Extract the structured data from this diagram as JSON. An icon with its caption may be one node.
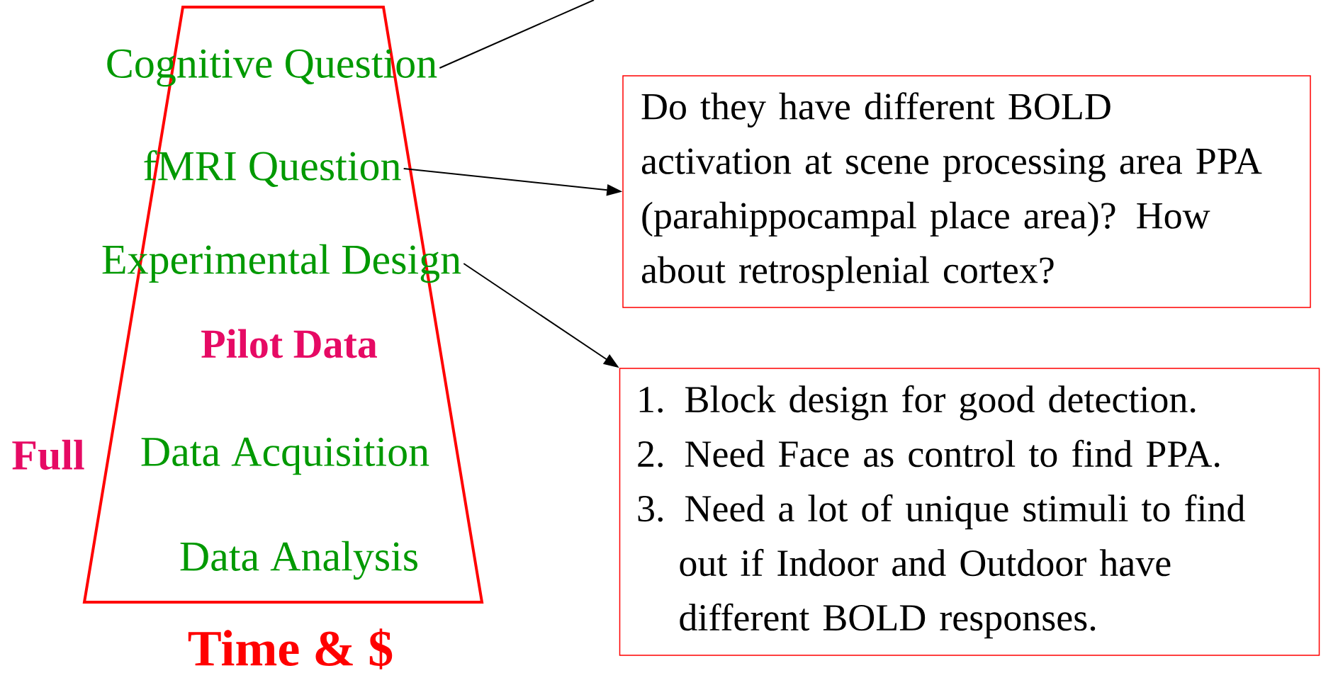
{
  "diagram": {
    "nodes": [
      {
        "text": [],
        "shape": "trapezoid",
        "beside": [
          "Full",
          "Time & $"
        ]
      },
      {
        "text": [
          "Cognitive Question"
        ],
        "in": 0
      },
      {
        "text": [
          "fMRI Question"
        ],
        "in": 0
      },
      {
        "text": [
          "Experimental Design"
        ],
        "in": 0
      },
      {
        "text": [
          "Pilot Data"
        ],
        "in": 0
      },
      {
        "text": [
          "Data Acquisition"
        ],
        "in": 0
      },
      {
        "text": [
          "Data Analysis"
        ],
        "in": 0
      },
      {
        "text": [
          "Do they have different BOLD activation at scene processing area PPA (parahippocampal place area)? How about retrosplenial cortex?"
        ]
      },
      {
        "text": [
          "1. Block design for good detection.",
          "2. Need Face as control to find PPA.",
          "3. Need a lot of unique stimuli to find out if Indoor and Outdoor have different BOLD responses."
        ]
      }
    ],
    "edges": [
      {
        "from": 1,
        "to": null,
        "arrow": "none"
      },
      {
        "from": 2,
        "to": 7,
        "arrow": "to"
      },
      {
        "from": 3,
        "to": 8,
        "arrow": "to"
      }
    ]
  }
}
